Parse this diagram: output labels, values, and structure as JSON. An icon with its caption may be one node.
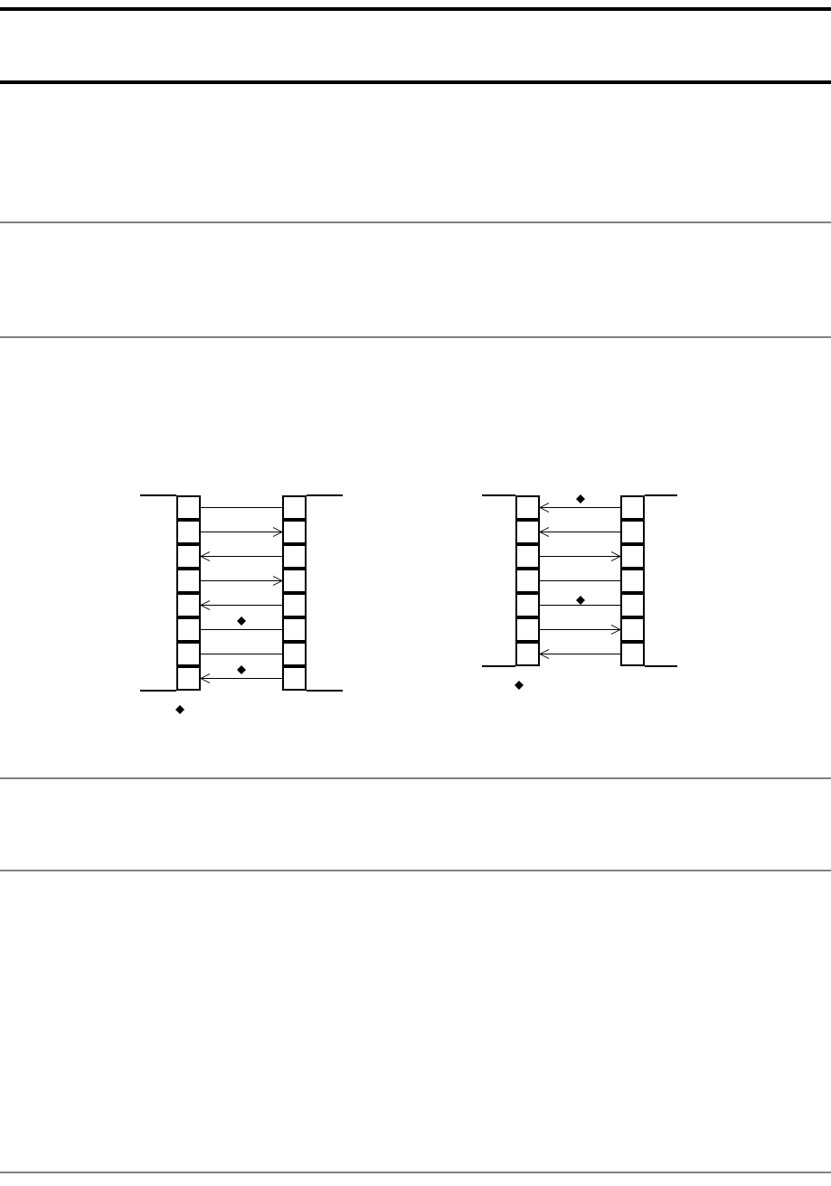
{
  "diagram": {
    "nodes": [
      {
        "text": [],
        "shape": "box"
      },
      {
        "text": [],
        "shape": "box"
      },
      {
        "text": [],
        "shape": "box"
      },
      {
        "text": [],
        "shape": "box"
      },
      {
        "text": [],
        "shape": "box"
      },
      {
        "text": [],
        "shape": "box"
      },
      {
        "text": [],
        "shape": "box"
      },
      {
        "text": [],
        "shape": "box"
      },
      {
        "text": [],
        "shape": "box"
      },
      {
        "text": [],
        "shape": "box"
      },
      {
        "text": [],
        "shape": "box"
      },
      {
        "text": [],
        "shape": "box"
      },
      {
        "text": [],
        "shape": "box"
      },
      {
        "text": [],
        "shape": "box"
      },
      {
        "text": [],
        "shape": "box"
      },
      {
        "text": [],
        "shape": "box"
      },
      {
        "text": [],
        "shape": "box"
      },
      {
        "text": [],
        "shape": "box"
      },
      {
        "text": [],
        "shape": "box"
      },
      {
        "text": [],
        "shape": "box"
      },
      {
        "text": [],
        "shape": "box"
      },
      {
        "text": [],
        "shape": "box"
      },
      {
        "text": [],
        "shape": "box"
      },
      {
        "text": [],
        "shape": "box"
      },
      {
        "text": [],
        "shape": "box"
      },
      {
        "text": [],
        "shape": "box"
      },
      {
        "text": [],
        "shape": "box"
      },
      {
        "text": [],
        "shape": "box"
      },
      {
        "text": [],
        "shape": "box"
      },
      {
        "text": [],
        "shape": "box"
      }
    ],
    "edges": [
      {
        "from": 0,
        "to": 8,
        "arrow": "none"
      },
      {
        "from": 1,
        "to": 9,
        "arrow": "to"
      },
      {
        "from": 10,
        "to": 2,
        "arrow": "to"
      },
      {
        "from": 3,
        "to": 11,
        "arrow": "to"
      },
      {
        "from": 12,
        "to": 4,
        "arrow": "to"
      },
      {
        "from": 5,
        "to": 13,
        "arrow": "none"
      },
      {
        "from": 6,
        "to": 14,
        "arrow": "none"
      },
      {
        "from": 15,
        "to": 7,
        "arrow": "to"
      },
      {
        "from": 23,
        "to": 16,
        "arrow": "to"
      },
      {
        "from": 24,
        "to": 17,
        "arrow": "to"
      },
      {
        "from": 18,
        "to": 25,
        "arrow": "to"
      },
      {
        "from": 19,
        "to": 26,
        "arrow": "none"
      },
      {
        "from": 20,
        "to": 27,
        "arrow": "none"
      },
      {
        "from": 21,
        "to": 28,
        "arrow": "to"
      },
      {
        "from": 29,
        "to": 22,
        "arrow": "to"
      }
    ]
  }
}
